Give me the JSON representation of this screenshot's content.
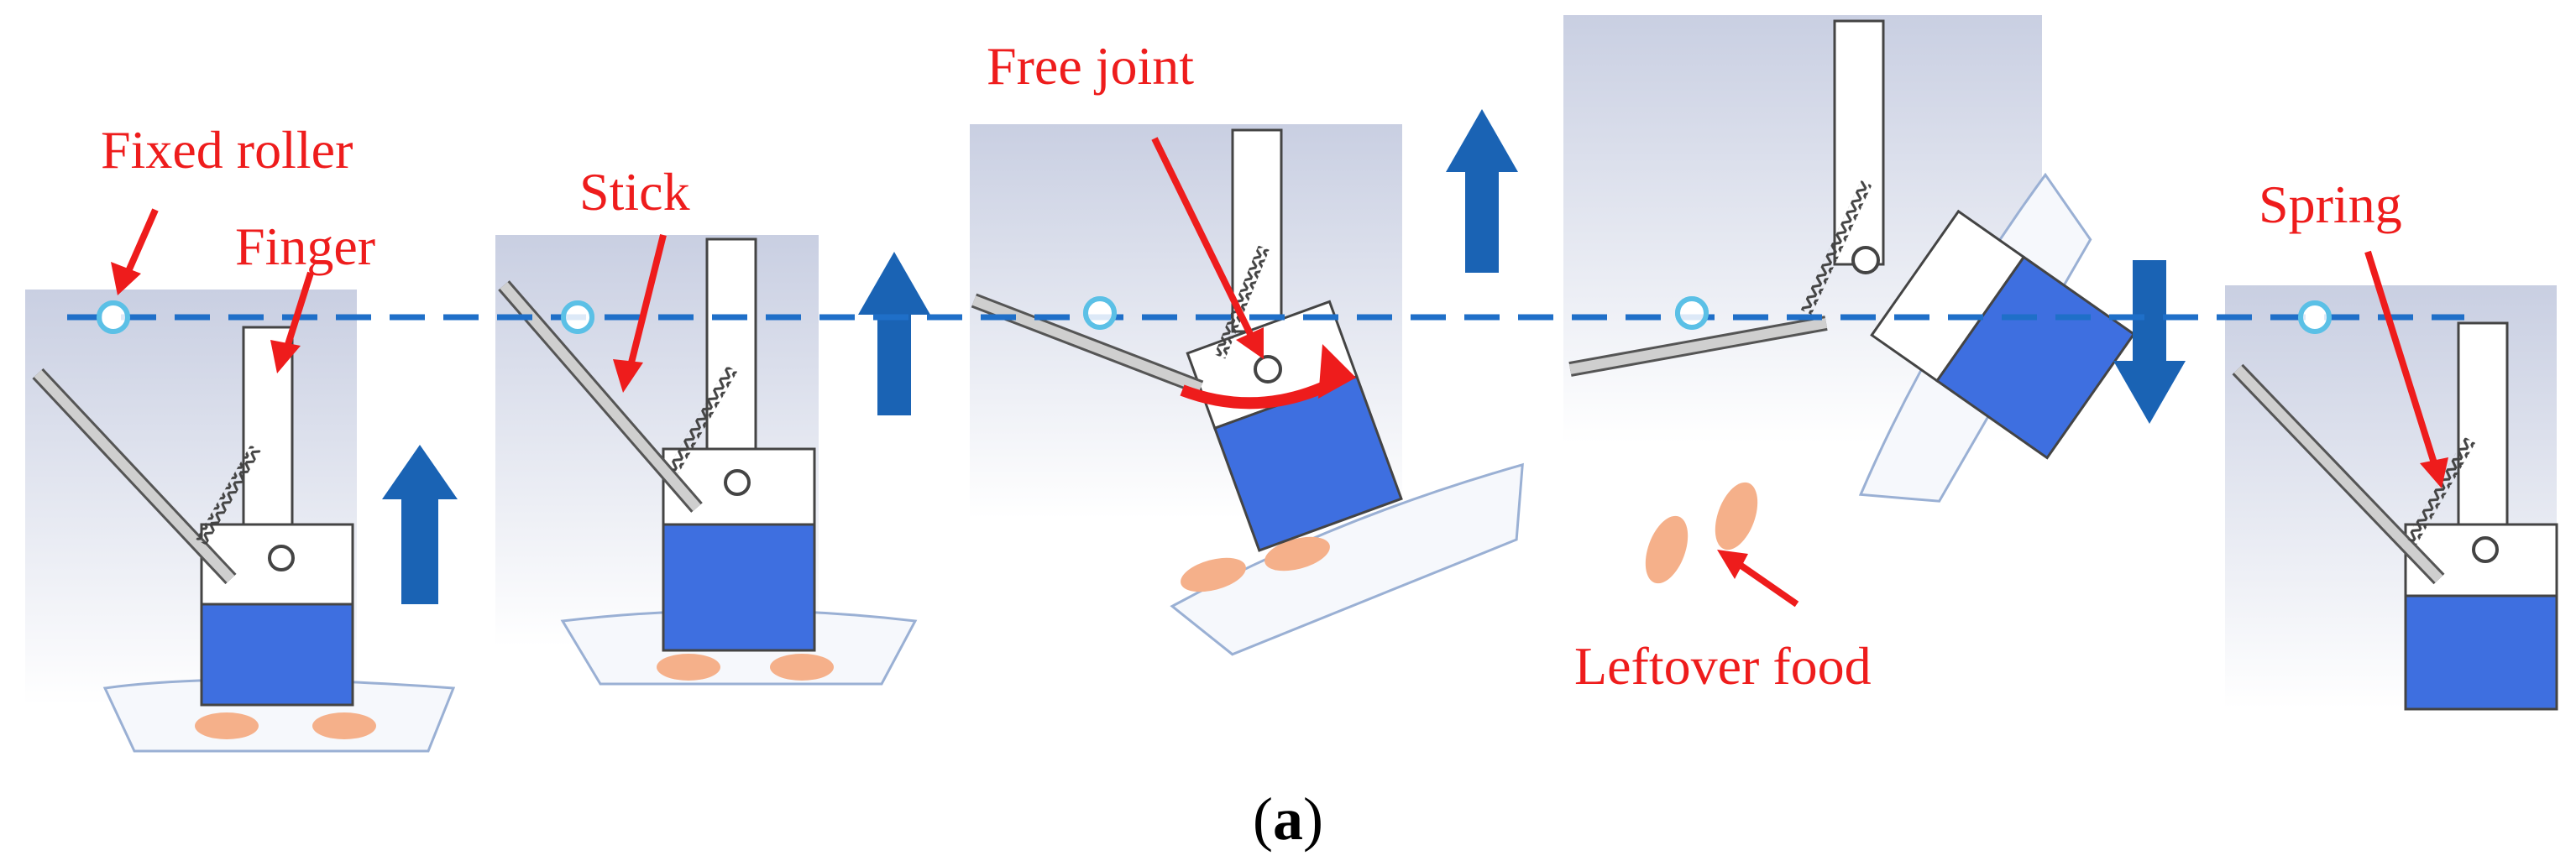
{
  "labels": {
    "fixed_roller": "Fixed roller",
    "finger": "Finger",
    "stick": "Stick",
    "free_joint": "Free joint",
    "spring": "Spring",
    "leftover_food": "Leftover food"
  },
  "caption": {
    "open": "(",
    "letter": "a",
    "close": ")"
  },
  "colors": {
    "label_red": "#ee1c1c",
    "dashed_line": "#1f6fc8",
    "motion_arrow": "#1a63b4",
    "finger_blue": "#3e6fe0",
    "roller": "#5bc0e6",
    "food": "#f5b08a",
    "panel_bg": "#c9cfe2"
  }
}
